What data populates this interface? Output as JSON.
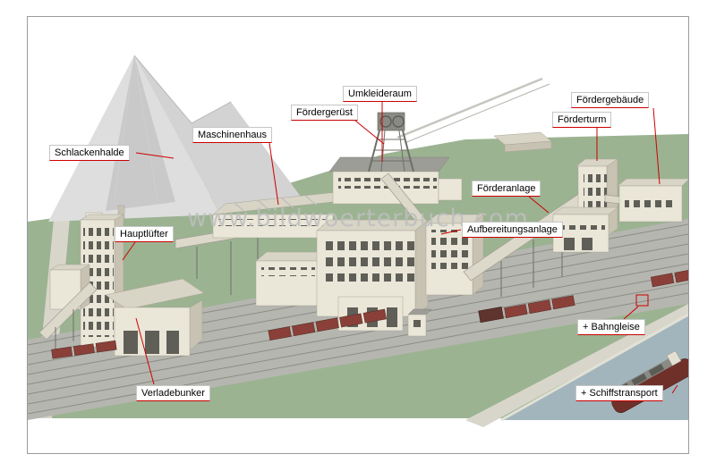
{
  "watermark": "www.bildwoerterbuch.com",
  "colors": {
    "label_red": "#cc0000",
    "frame_border": "#9b9b9b",
    "ground_green": "#9cb392",
    "track_gray": "#b6b6b0",
    "water_blue": "#a3b5bc",
    "building_wall": "#eae6d8",
    "building_side": "#c7c2b2",
    "building_roof": "#d8d4c6",
    "train_maroon": "#8a4038",
    "watermark_gray": "#bfbfbf"
  },
  "labels": {
    "schlackenhalde": "Schlackenhalde",
    "maschinenhaus": "Maschinenhaus",
    "umkleideraum": "Umkleideraum",
    "foerdergeruest": "Fördergerüst",
    "foerdergebaeude": "Fördergebäude",
    "foerderturm": "Förderturm",
    "foerderanlage": "Förderanlage",
    "aufbereitungsanlage": "Aufbereitungsanlage",
    "hauptluefter": "Hauptlüfter",
    "verladebunker": "Verladebunker",
    "bahngleise": "+ Bahngleise",
    "schiffstransport": "+ Schiffstransport"
  }
}
